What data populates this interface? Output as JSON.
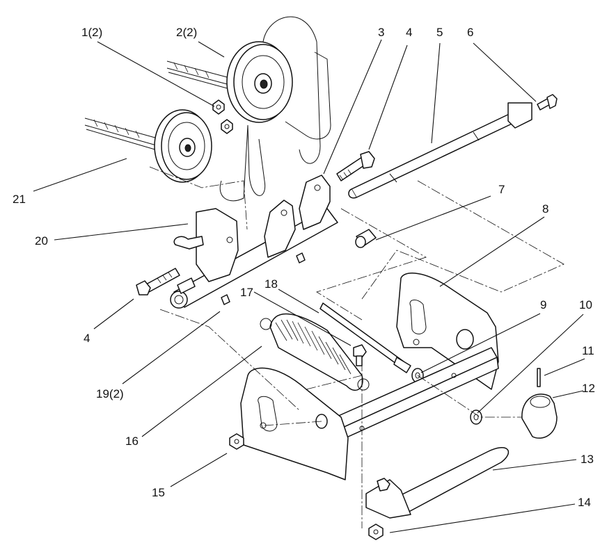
{
  "figure": {
    "callouts": [
      {
        "id": "c1",
        "text": "1(2)"
      },
      {
        "id": "c2",
        "text": "2(2)"
      },
      {
        "id": "c3",
        "text": "3"
      },
      {
        "id": "c4a",
        "text": "4"
      },
      {
        "id": "c5",
        "text": "5"
      },
      {
        "id": "c6",
        "text": "6"
      },
      {
        "id": "c7",
        "text": "7"
      },
      {
        "id": "c8",
        "text": "8"
      },
      {
        "id": "c9",
        "text": "9"
      },
      {
        "id": "c10",
        "text": "10"
      },
      {
        "id": "c11",
        "text": "11"
      },
      {
        "id": "c12",
        "text": "12"
      },
      {
        "id": "c13",
        "text": "13"
      },
      {
        "id": "c14",
        "text": "14"
      },
      {
        "id": "c15",
        "text": "15"
      },
      {
        "id": "c16",
        "text": "16"
      },
      {
        "id": "c17",
        "text": "17"
      },
      {
        "id": "c18",
        "text": "18"
      },
      {
        "id": "c19",
        "text": "19(2)"
      },
      {
        "id": "c20",
        "text": "20"
      },
      {
        "id": "c21",
        "text": "21"
      },
      {
        "id": "c4b",
        "text": "4"
      }
    ]
  }
}
